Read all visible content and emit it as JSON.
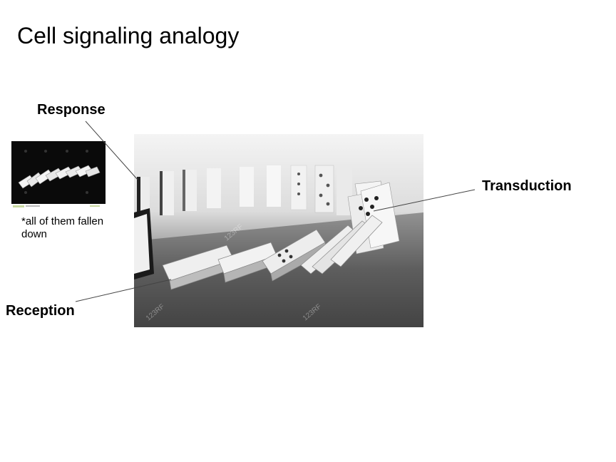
{
  "slide": {
    "title": "Cell signaling analogy",
    "labels": {
      "response": "Response",
      "transduction": "Transduction",
      "reception": "Reception"
    },
    "note": "*all of them fallen down"
  },
  "images": {
    "main_photo": "falling-dominoes-photo",
    "thumbnail": "fallen-dominoes-thumbnail"
  }
}
